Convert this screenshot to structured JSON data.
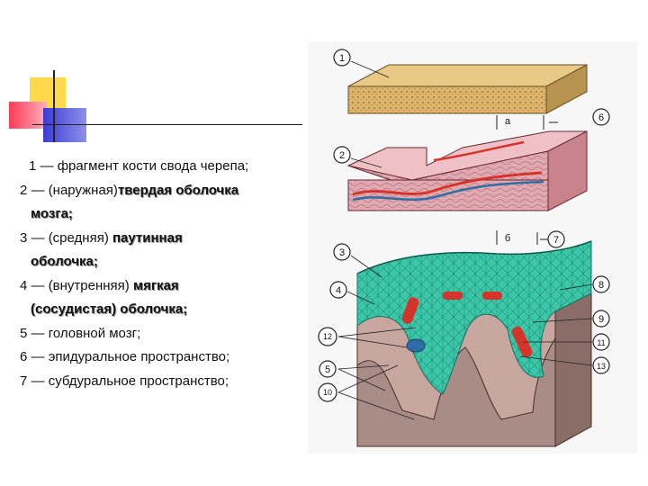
{
  "legend": [
    {
      "num": "1 —",
      "text": "фрагмент кости свода черепа;"
    },
    {
      "num": "2 —",
      "plain": "(наружная)",
      "bold_a": "твердая оболочка",
      "bold_b": "мозга;"
    },
    {
      "num": "3 —",
      "plain": "(средняя)",
      "bold_a": "паутинная",
      "bold_b": "оболочка;"
    },
    {
      "num": "4 —",
      "plain": "(внутренняя)",
      "bold_a": "мягкая",
      "bold_b": "(сосудистая) оболочка;"
    },
    {
      "num": "5 —",
      "text": "головной мозг;"
    },
    {
      "num": "6 —",
      "text": "эпидуральное пространство;"
    },
    {
      "num": "7 —",
      "text": "субдуральное пространство;"
    }
  ],
  "figure_labels": {
    "n1": "1",
    "n2": "2",
    "n3": "3",
    "n4": "4",
    "n5": "5",
    "n6": "6",
    "n7": "7",
    "n8": "8",
    "n9": "9",
    "n10": "10",
    "n11": "11",
    "n12": "12",
    "n13": "13",
    "a": "a",
    "b": "б"
  },
  "colors": {
    "bone": "#d9b36a",
    "dura": "#d9a0a8",
    "arachnoid": "#3cc7a8",
    "brain": "#a98c86",
    "vessel_red": "#d6342b",
    "vessel_blue": "#2e6ea8"
  }
}
